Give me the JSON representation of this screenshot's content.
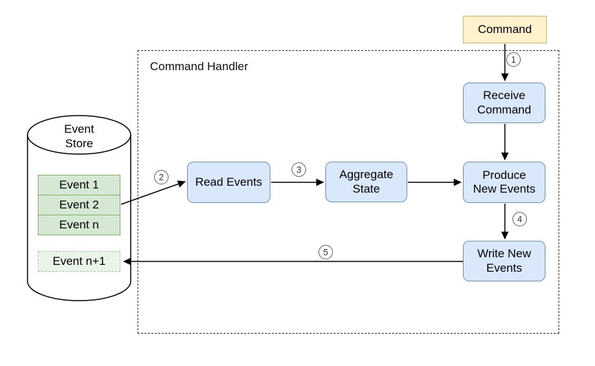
{
  "diagram": {
    "container": {
      "label": "Command Handler"
    },
    "command_box": {
      "label": "Command"
    },
    "nodes": {
      "receive": {
        "label": "Receive Command"
      },
      "read": {
        "label": "Read Events"
      },
      "aggregate": {
        "label": "Aggregate State"
      },
      "produce": {
        "label": "Produce New Events"
      },
      "write": {
        "label": "Write New Events"
      }
    },
    "event_store": {
      "title": "Event Store",
      "events": [
        "Event 1",
        "Event 2",
        "Event n"
      ],
      "pending_event": "Event n+1"
    },
    "step_markers": [
      "1",
      "2",
      "3",
      "4",
      "5"
    ],
    "colors": {
      "command_fill": "#FFF2CC",
      "command_border": "#D6B656",
      "node_fill": "#DAE8FC",
      "node_border": "#6C8EBF",
      "event_fill": "#D5E8D4",
      "event_border": "#82B366",
      "pending_fill": "#EAF4E9",
      "pending_border": "#A0C894"
    }
  }
}
